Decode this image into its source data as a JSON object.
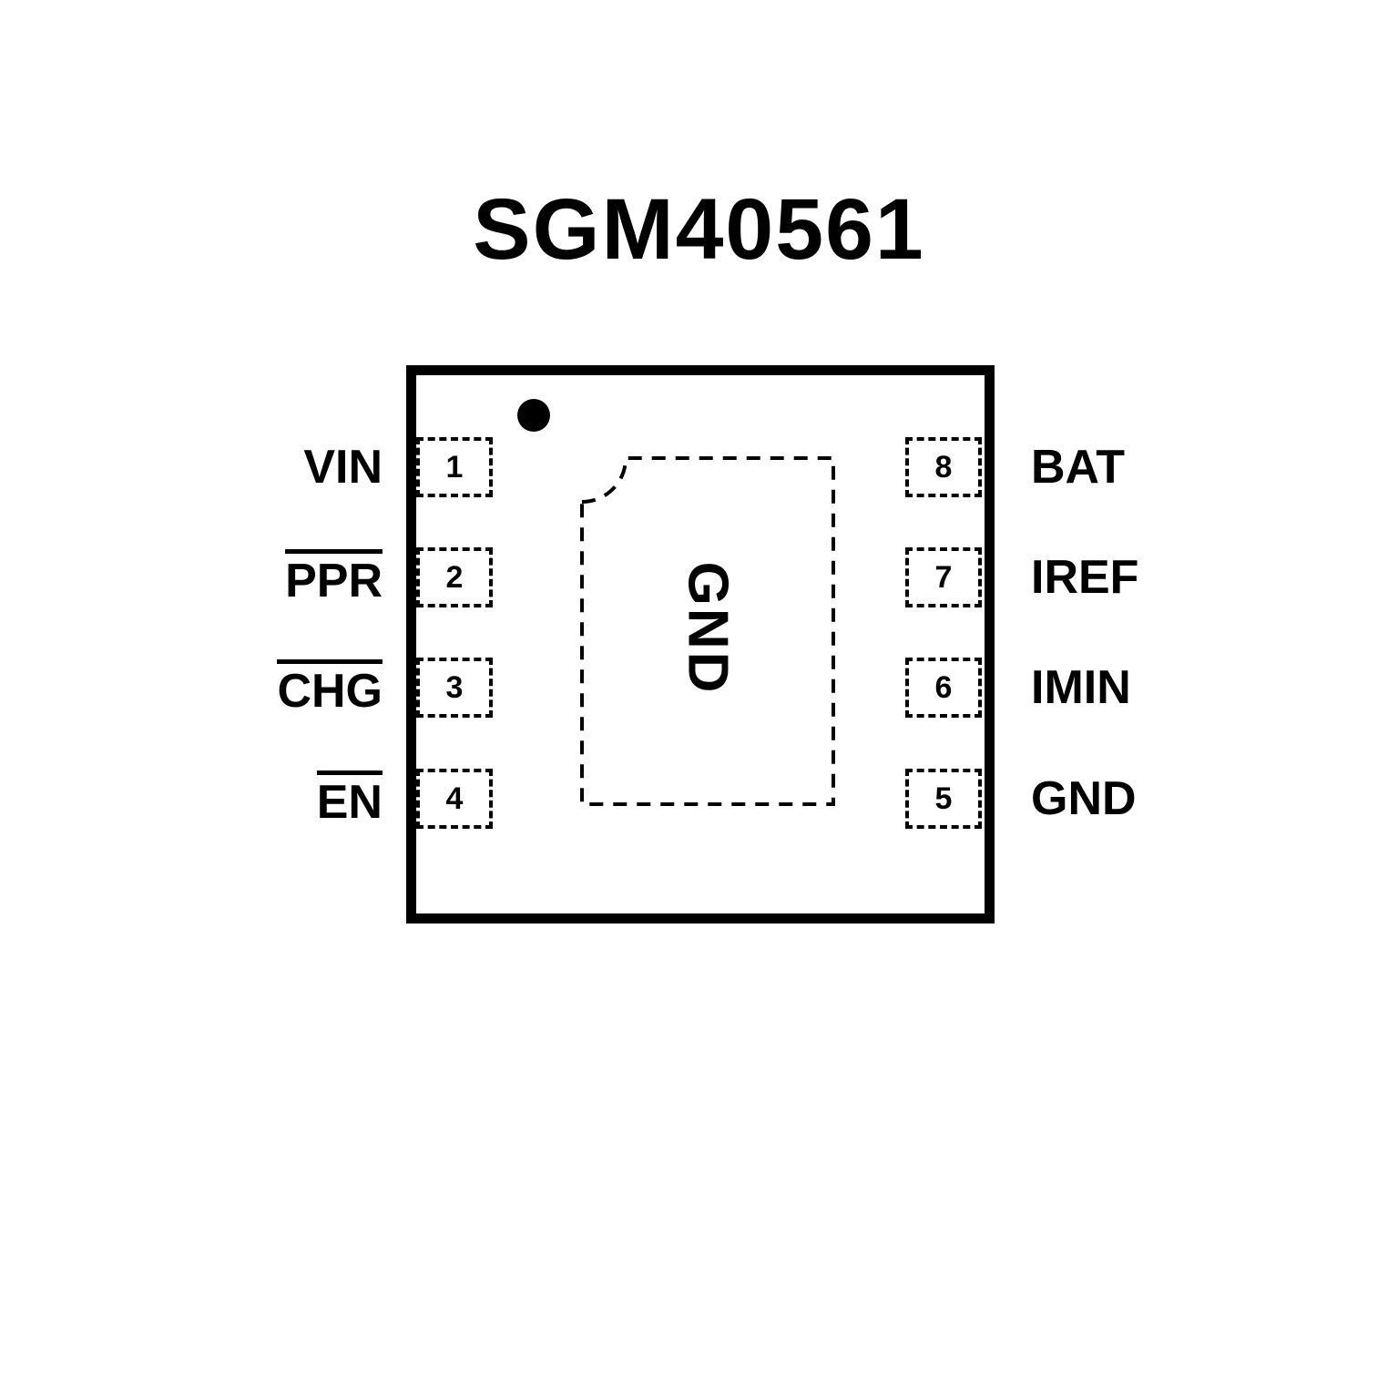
{
  "title": "SGM40561",
  "chip": {
    "center_pad_label": "GND"
  },
  "pins_left": [
    {
      "number": "1",
      "label": "VIN"
    },
    {
      "number": "2",
      "label": "PPR"
    },
    {
      "number": "3",
      "label": "CHG"
    },
    {
      "number": "4",
      "label": "EN"
    }
  ],
  "pins_right": [
    {
      "number": "8",
      "label": "BAT"
    },
    {
      "number": "7",
      "label": "IREF"
    },
    {
      "number": "6",
      "label": "IMIN"
    },
    {
      "number": "5",
      "label": "GND"
    }
  ],
  "colors": {
    "ink": "#000000",
    "background": "#ffffff"
  }
}
